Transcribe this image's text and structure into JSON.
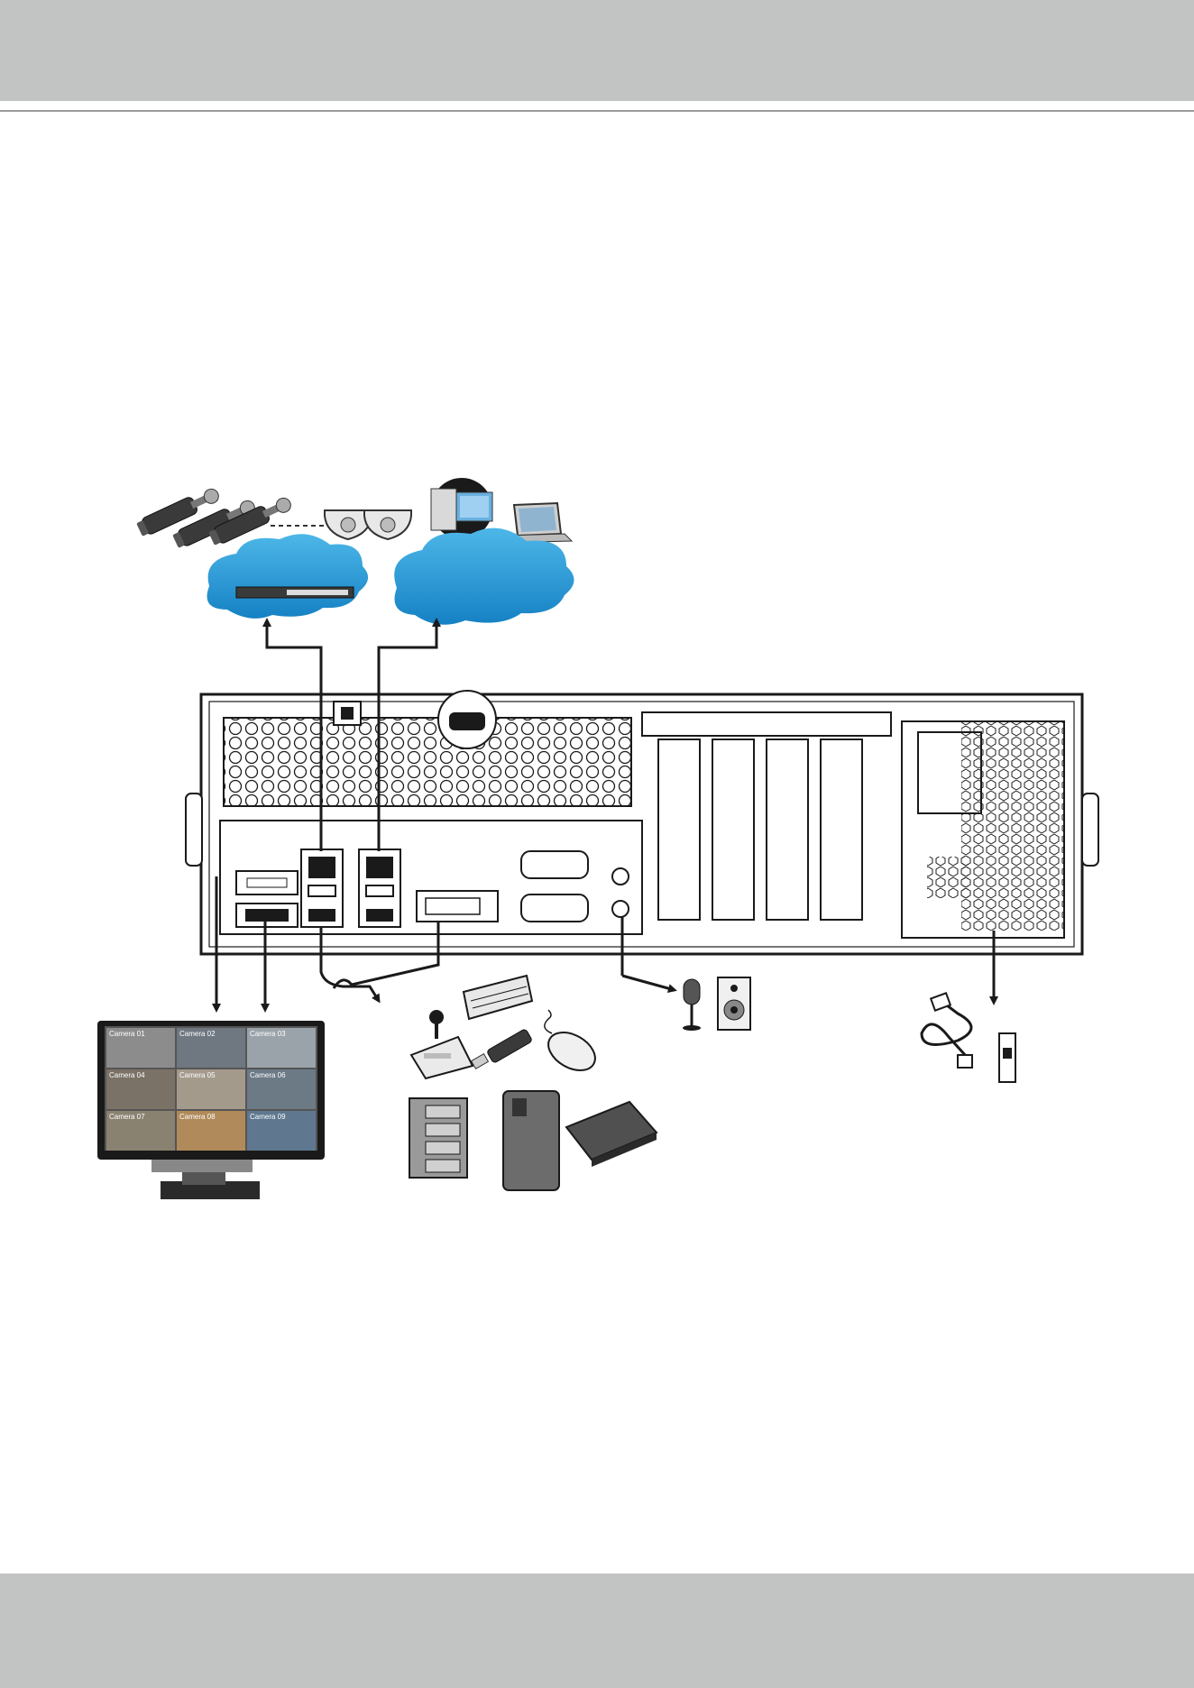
{
  "monitor": {
    "camera_labels": [
      "Camera 01",
      "Camera 02",
      "Camera 03",
      "Camera 04",
      "Camera 05",
      "Camera 06",
      "Camera 07",
      "Camera 08",
      "Camera 09"
    ]
  },
  "colors": {
    "header_band": "#c2c3c3",
    "cloud_blue": "#29a3dc",
    "cloud_blue_dark": "#1581c4",
    "line_art": "#1a1a1a"
  },
  "icons": {
    "bullet_cameras": "bullet-camera-icon",
    "dome_cameras": "dome-camera-icon",
    "server": "server-icon",
    "laptop": "laptop-icon",
    "switch": "network-switch-icon",
    "keyboard": "keyboard-icon",
    "joystick": "joystick-icon",
    "usb_drive": "usb-drive-icon",
    "mouse": "mouse-icon",
    "microphone": "microphone-icon",
    "speaker": "speaker-icon",
    "power_cord": "power-cord-icon",
    "wall_outlet": "wall-outlet-icon",
    "storage": [
      "disk-enclosure-icon",
      "external-drive-icon",
      "portable-hdd-icon"
    ]
  }
}
